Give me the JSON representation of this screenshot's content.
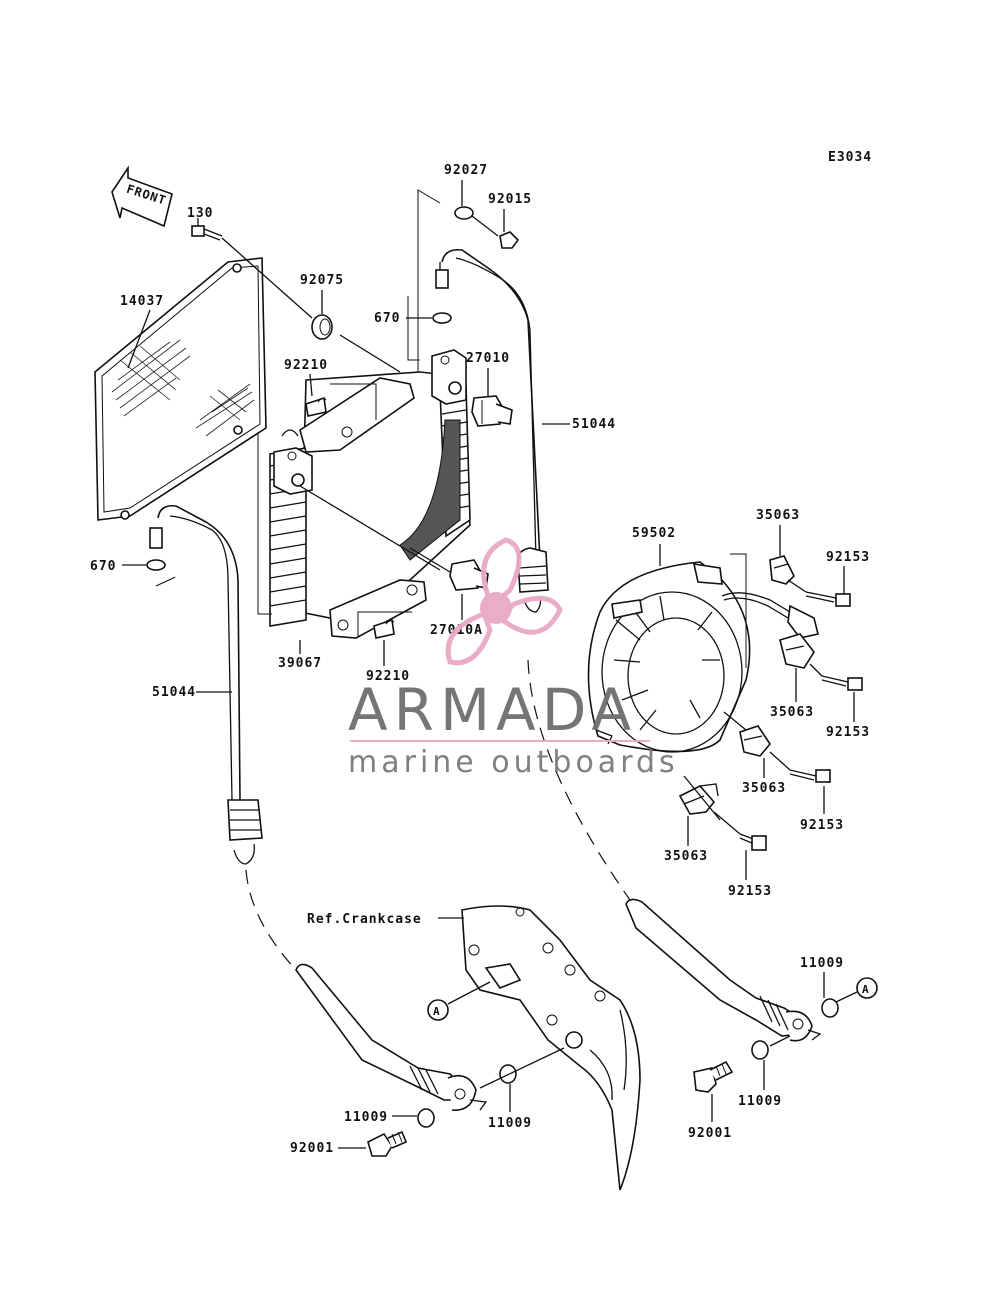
{
  "diagram": {
    "code": "E3034",
    "front_arrow_text": "FRONT",
    "ref_text": "Ref.Crankcase",
    "marker_a": "A",
    "parts": {
      "p92027": "92027",
      "p92015": "92015",
      "p130": "130",
      "p14037": "14037",
      "p92075": "92075",
      "p670_top": "670",
      "p27010": "27010",
      "p92210_top": "92210",
      "p51044_right": "51044",
      "p670_left": "670",
      "p27010A": "27010A",
      "p39067": "39067",
      "p92210_bottom": "92210",
      "p51044_left": "51044",
      "p59502": "59502",
      "p35063_top": "35063",
      "p92153_top": "92153",
      "p35063_mid": "35063",
      "p92153_mid": "92153",
      "p35063_lower": "35063",
      "p92153_lower": "92153",
      "p35063_bottom": "35063",
      "p92153_bottom": "92153",
      "p11009_left": "11009",
      "p11009_leftmid": "11009",
      "p92001_left": "92001",
      "p11009_right_top": "11009",
      "p11009_right_bottom": "11009",
      "p92001_right": "92001"
    }
  },
  "watermark": {
    "title": "ARMADA",
    "subtitle": "marine outboards",
    "accent_color": "#e8a9c6",
    "text_color": "#6e6e6e"
  }
}
